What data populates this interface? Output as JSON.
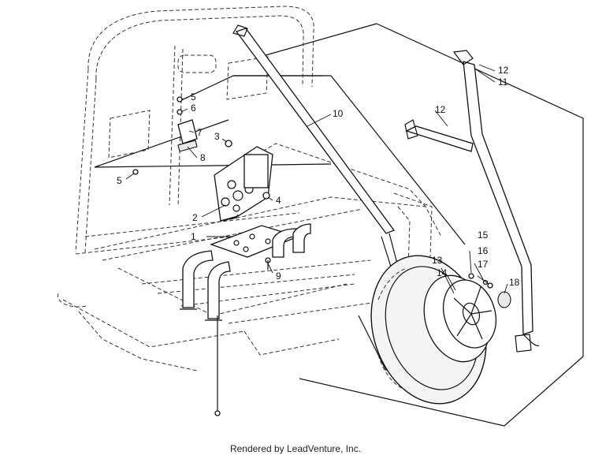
{
  "diagram": {
    "callouts": {
      "c1": "1",
      "c2": "2",
      "c3": "3",
      "c4": "4",
      "c5a": "5",
      "c5b": "5",
      "c6": "6",
      "c7": "7",
      "c8": "8",
      "c9": "9",
      "c10": "10",
      "c11": "11",
      "c12a": "12",
      "c12b": "12",
      "c13": "13",
      "c14": "14",
      "c15": "15",
      "c16": "16",
      "c17": "17",
      "c18": "18"
    }
  },
  "footer": {
    "text": "Rendered by LeadVenture, Inc."
  }
}
